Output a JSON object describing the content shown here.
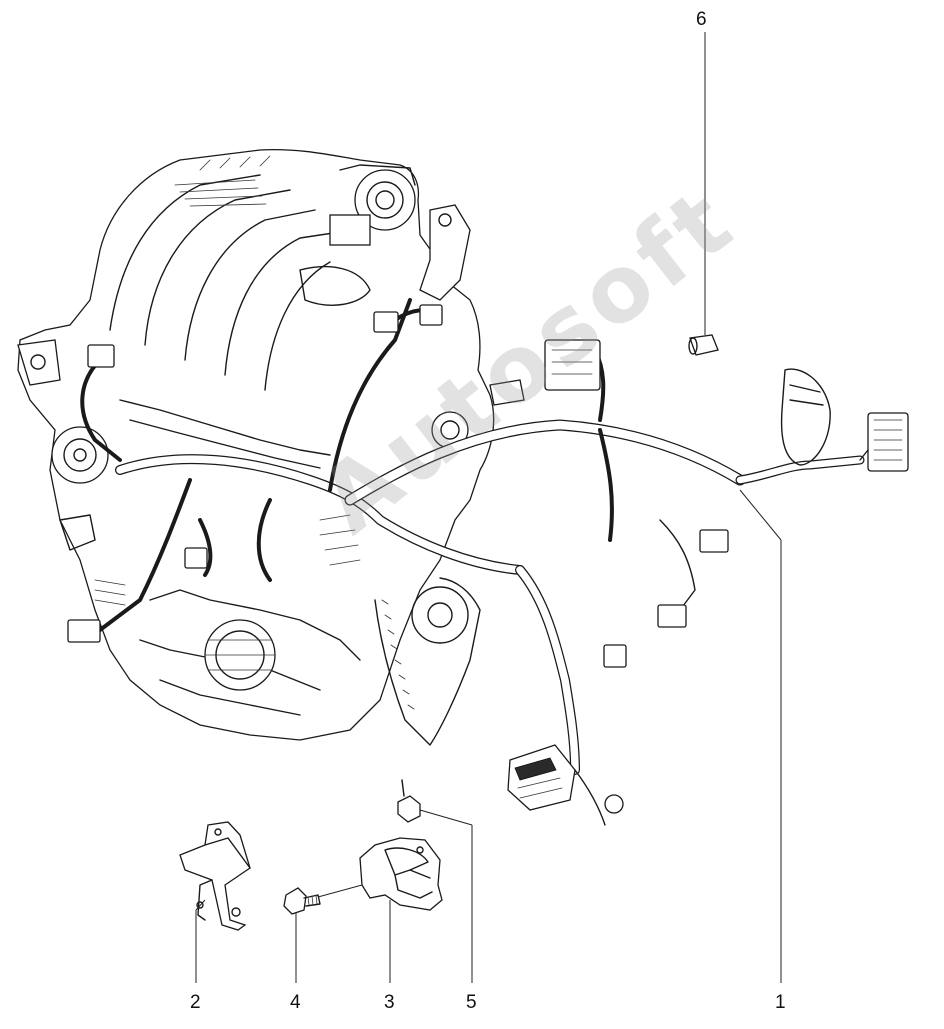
{
  "callouts": {
    "c1": "1",
    "c2": "2",
    "c3": "3",
    "c4": "4",
    "c5": "5",
    "c6": "6"
  },
  "watermark": "Autosoft"
}
